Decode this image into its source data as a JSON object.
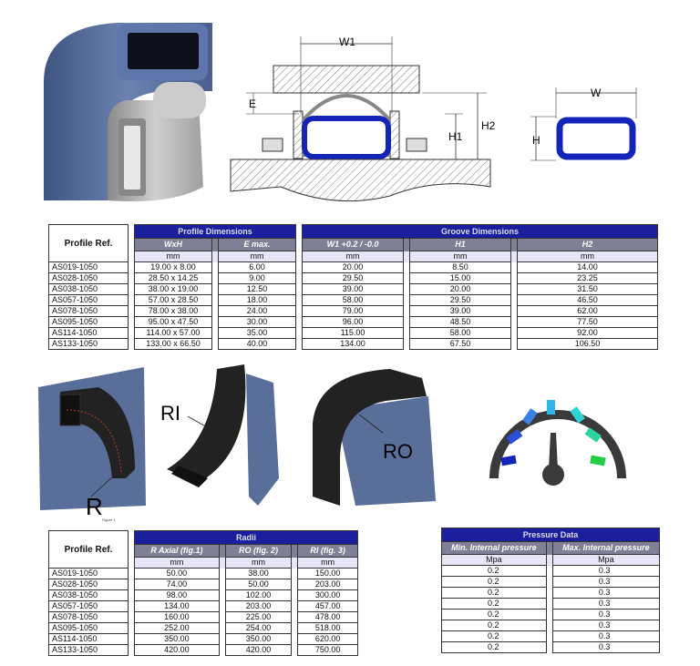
{
  "profile_ref_label": "Profile Ref.",
  "refs": [
    "AS019-1050",
    "AS028-1050",
    "AS038-1050",
    "AS057-1050",
    "AS078-1050",
    "AS095-1050",
    "AS114-1050",
    "AS133-1050"
  ],
  "diagram": {
    "w1": "W1",
    "e": "E",
    "h1": "H1",
    "h2": "H2",
    "w": "W",
    "h": "H"
  },
  "table1": {
    "profile_caption": "Profile Dimensions",
    "groove_caption": "Groove Dimensions",
    "cols": [
      "WxH",
      "E max.",
      "W1 +0.2 / -0.0",
      "H1",
      "H2"
    ],
    "unit": "mm",
    "rows": [
      [
        "19.00 x 8.00",
        "6.00",
        "20.00",
        "8.50",
        "14.00"
      ],
      [
        "28.50 x 14.25",
        "9.00",
        "29.50",
        "15.00",
        "23.25"
      ],
      [
        "38.00 x 19.00",
        "12.50",
        "39.00",
        "20.00",
        "31.50"
      ],
      [
        "57.00 x 28.50",
        "18.00",
        "58.00",
        "29.50",
        "46.50"
      ],
      [
        "78.00 x 38.00",
        "24.00",
        "79.00",
        "39.00",
        "62.00"
      ],
      [
        "95.00 x 47.50",
        "30.00",
        "96.00",
        "48.50",
        "77.50"
      ],
      [
        "114.00 x 57.00",
        "35.00",
        "115.00",
        "58.00",
        "92.00"
      ],
      [
        "133.00 x 66.50",
        "40.00",
        "134.00",
        "67.50",
        "106.50"
      ]
    ]
  },
  "fig_labels": {
    "r": "R",
    "ri": "RI",
    "ro": "RO",
    "r_caption": "Figure 1"
  },
  "table2": {
    "caption": "Radii",
    "cols": [
      "R Axial (fig.1)",
      "RO (fig. 2)",
      "RI (fig. 3)"
    ],
    "unit": "mm",
    "rows": [
      [
        "50.00",
        "38.00",
        "150.00"
      ],
      [
        "74.00",
        "50.00",
        "203.00"
      ],
      [
        "98.00",
        "102.00",
        "300.00"
      ],
      [
        "134.00",
        "203.00",
        "457.00"
      ],
      [
        "160.00",
        "225.00",
        "478.00"
      ],
      [
        "252.00",
        "254.00",
        "518.00"
      ],
      [
        "350.00",
        "350.00",
        "620.00"
      ],
      [
        "420.00",
        "420.00",
        "750.00"
      ]
    ]
  },
  "table3": {
    "caption": "Pressure Data",
    "cols": [
      "Min. Internal pressure",
      "Max. Internal pressure"
    ],
    "unit": "Mpa",
    "rows": [
      [
        "0.2",
        "0.3"
      ],
      [
        "0.2",
        "0.3"
      ],
      [
        "0.2",
        "0.3"
      ],
      [
        "0.2",
        "0.3"
      ],
      [
        "0.2",
        "0.3"
      ],
      [
        "0.2",
        "0.3"
      ],
      [
        "0.2",
        "0.3"
      ],
      [
        "0.2",
        "0.3"
      ]
    ]
  },
  "colors": {
    "header_blue": "#1b1f9e",
    "subheader_gray": "#7f7f95",
    "unit_bg": "#e6e6f7",
    "seal_blue": "#1424b8",
    "rubber_blue": "#5a6e9a",
    "rubber_black": "#222222"
  }
}
